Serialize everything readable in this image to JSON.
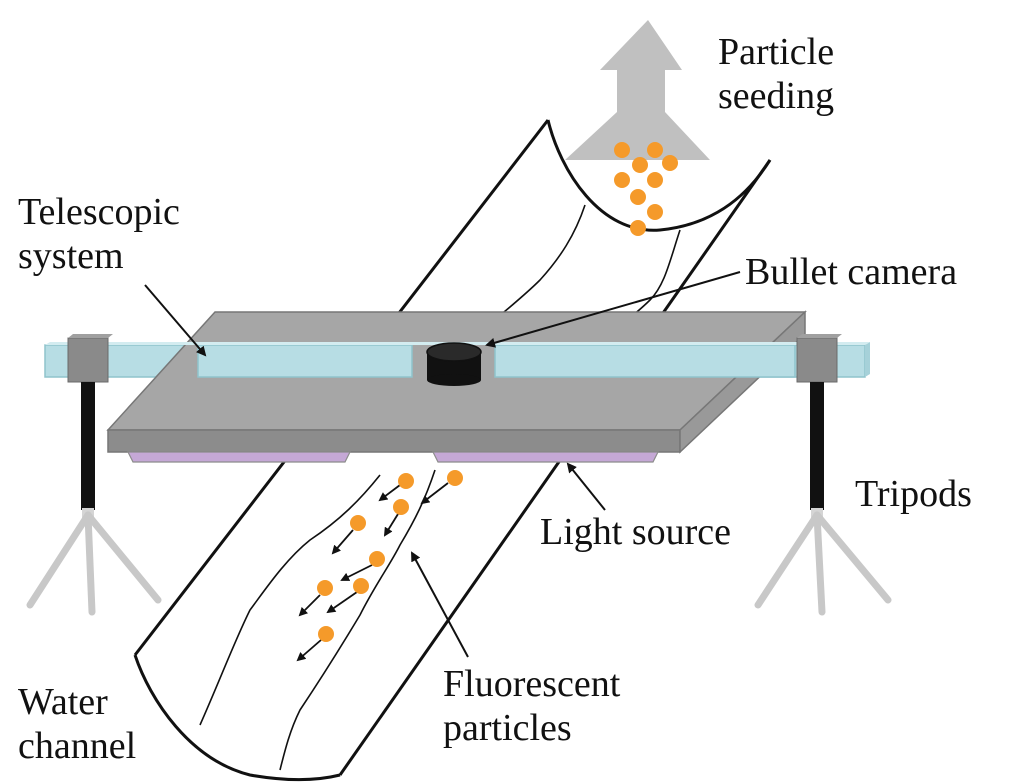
{
  "labels": {
    "particle_seeding": [
      "Particle",
      "seeding"
    ],
    "telescopic_system": [
      "Telescopic",
      "system"
    ],
    "bullet_camera": "Bullet camera",
    "tripods": "Tripods",
    "light_source": "Light source",
    "water_channel": [
      "Water",
      "channel"
    ],
    "fluorescent_particles": [
      "Fluorescent",
      "particles"
    ]
  },
  "colors": {
    "platform_top": "#a6a6a6",
    "platform_front": "#8c8c8c",
    "rail": "#b7dde4",
    "rail_edge": "#8fc3cc",
    "bracket": "#8a8a8a",
    "tripod_pole": "#111111",
    "tripod_legs": "#c8c8c8",
    "camera": "#111111",
    "light_source": "#c5a8d6",
    "particle": "#f59a2a",
    "arrow_gray": "#c0c0c0",
    "channel_stroke": "#111111"
  },
  "icons": {
    "seeding_arrow": "up-arrow-shape",
    "camera": "cylinder-camera",
    "tripod": "tripod-stand"
  }
}
